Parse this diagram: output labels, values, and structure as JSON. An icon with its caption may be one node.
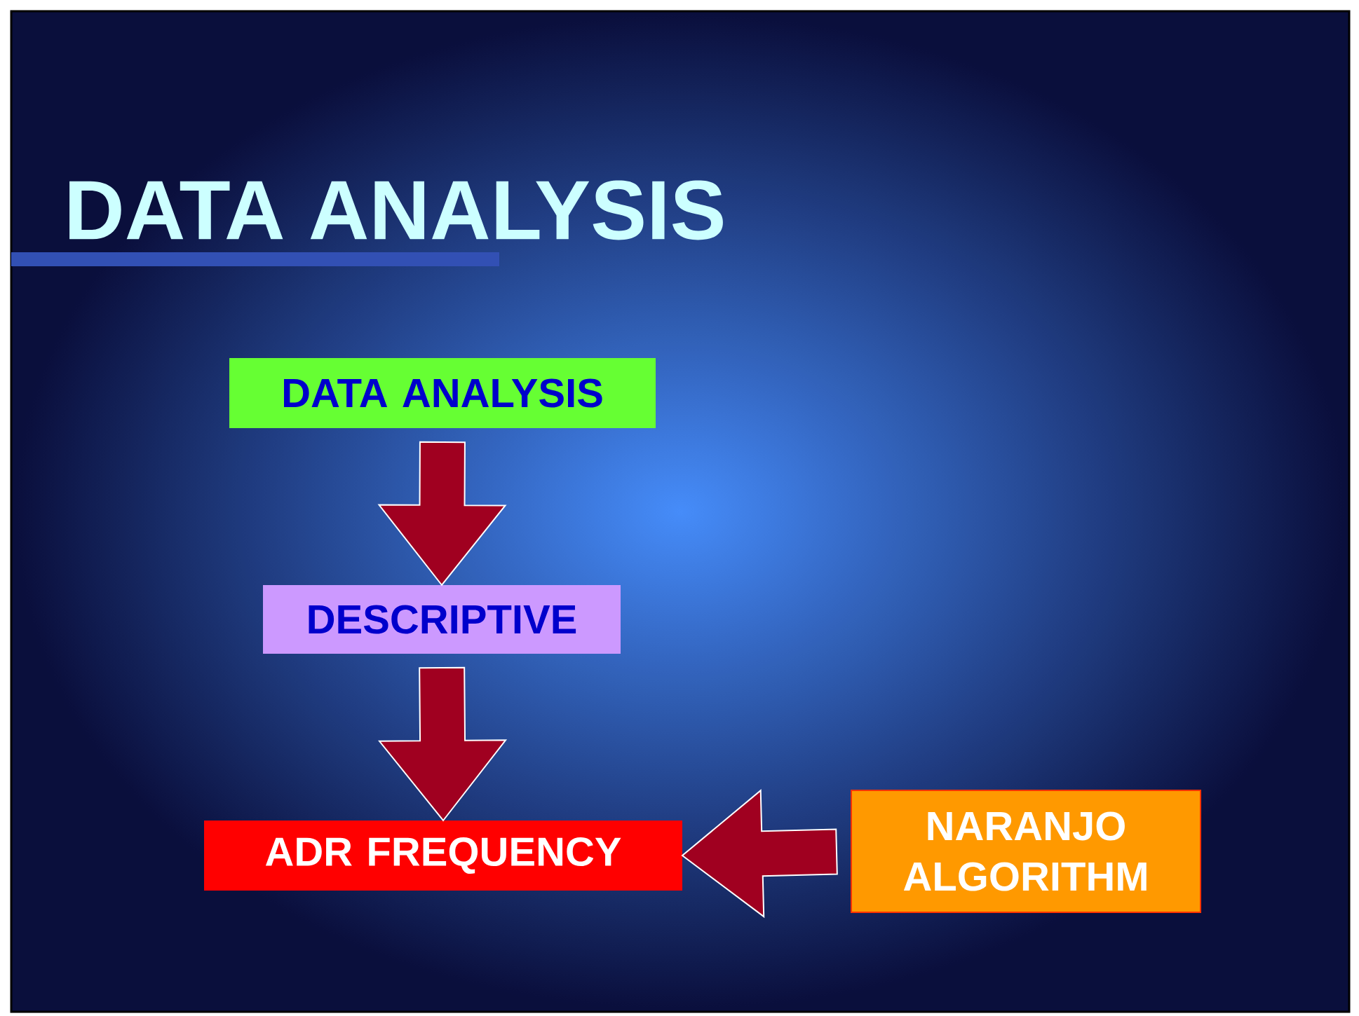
{
  "diagram": {
    "title": "DATA ANALYSIS",
    "nodes": [
      {
        "text": [
          "DATA ANALYSIS"
        ]
      },
      {
        "text": [
          "DESCRIPTIVE"
        ]
      },
      {
        "text": [
          "ADR FREQUENCY"
        ]
      },
      {
        "text": [
          "NARANJO ALGORITHM"
        ]
      }
    ],
    "edges": [
      {
        "from": 0,
        "to": 1,
        "arrow": "to"
      },
      {
        "from": 1,
        "to": 2,
        "arrow": "to"
      },
      {
        "from": 3,
        "to": 2,
        "arrow": "to"
      }
    ]
  }
}
